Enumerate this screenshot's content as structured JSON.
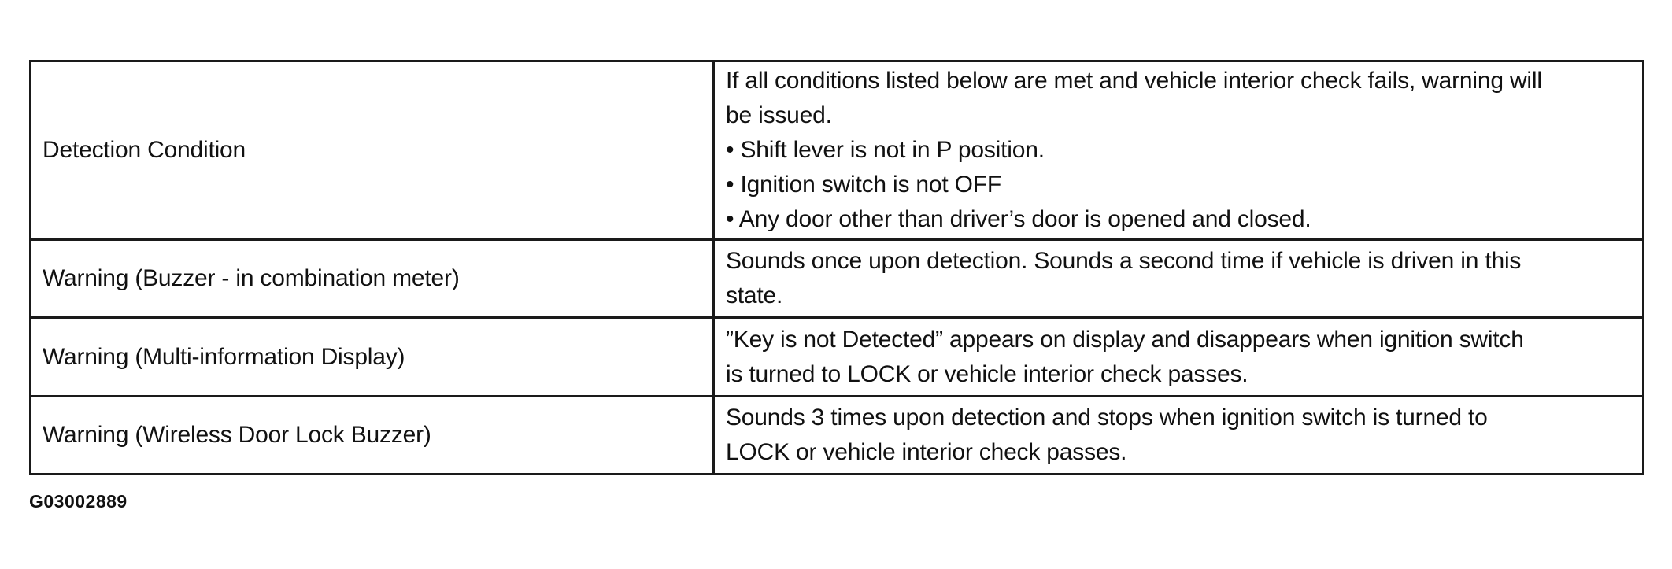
{
  "table": {
    "rows": [
      {
        "label": "Detection Condition",
        "description_lines": [
          "If all conditions listed below are met and vehicle interior check fails, warning will",
          "be issued.",
          "• Shift lever is not in P position.",
          "• Ignition switch is not OFF",
          "• Any door other than driver’s door is opened and closed."
        ]
      },
      {
        "label": "Warning (Buzzer - in combination meter)",
        "description_lines": [
          "Sounds once upon detection. Sounds a second time if vehicle is driven in this",
          "state."
        ]
      },
      {
        "label": "Warning (Multi-information Display)",
        "description_lines": [
          "”Key is not Detected” appears on display and disappears when ignition switch",
          "is turned to LOCK or vehicle interior check passes."
        ]
      },
      {
        "label": "Warning (Wireless Door Lock Buzzer)",
        "description_lines": [
          "Sounds 3 times upon detection and stops when ignition switch is turned to",
          "LOCK or vehicle interior check passes."
        ]
      }
    ]
  },
  "figure_id": "G03002889"
}
